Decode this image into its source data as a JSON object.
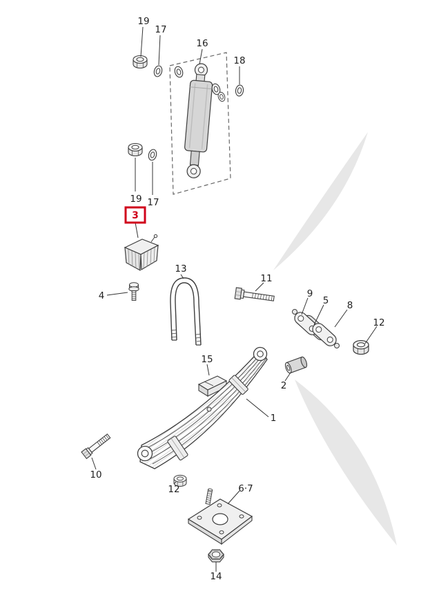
{
  "page": {
    "background": "#ffffff"
  },
  "highlight": {
    "selected_part": "3",
    "color": "#d0021b"
  },
  "labels": {
    "p19_top": "19",
    "p17_top": "17",
    "p16": "16",
    "p18": "18",
    "p19_mid": "19",
    "p17_mid": "17",
    "p3": "3",
    "p4": "4",
    "p13": "13",
    "p11": "11",
    "p9": "9",
    "p5": "5",
    "p8": "8",
    "p12_right": "12",
    "p15": "15",
    "p2": "2",
    "p1": "1",
    "p10": "10",
    "p12_left": "12",
    "p6_7": "6·7",
    "p14": "14"
  }
}
